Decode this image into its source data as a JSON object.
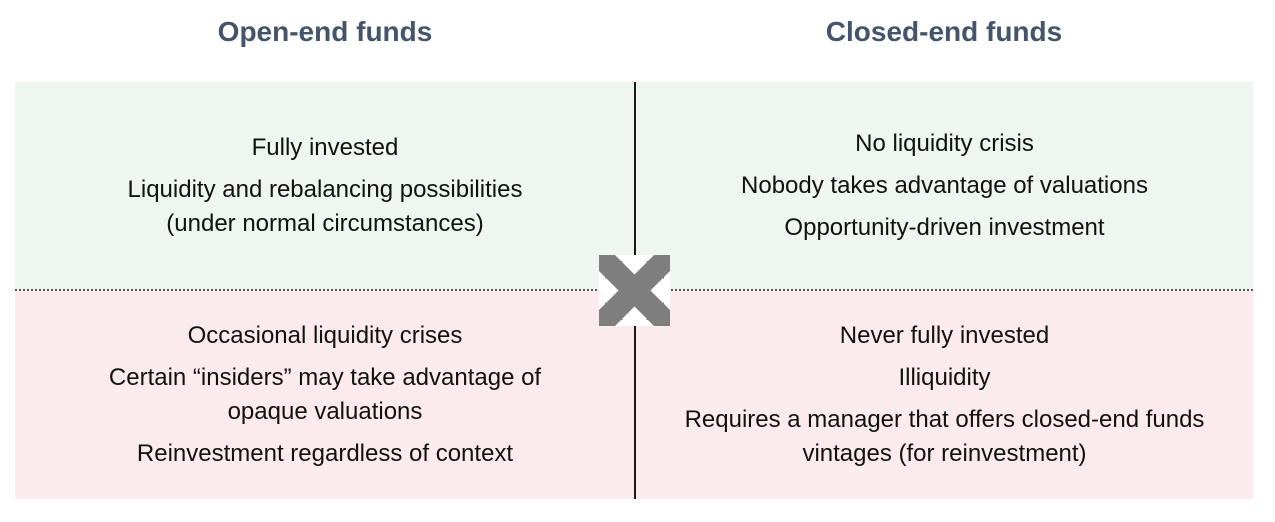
{
  "headers": {
    "left": "Open-end funds",
    "right": "Closed-end funds"
  },
  "cells": {
    "top_left": [
      "Fully invested",
      "Liquidity and rebalancing possibilities (under normal circumstances)"
    ],
    "top_right": [
      "No liquidity crisis",
      "Nobody takes advantage of valuations",
      "Opportunity-driven investment"
    ],
    "bottom_left": [
      "Occasional liquidity crises",
      "Certain “insiders” may take advantage of opaque valuations",
      "Reinvestment regardless of context"
    ],
    "bottom_right": [
      "Never fully invested",
      "Illiquidity",
      "Requires a manager that offers closed-end funds vintages (for reinvestment)"
    ]
  },
  "colors": {
    "header_text": "#44546a",
    "top_band": "#eff5f1",
    "bottom_band": "#fcebee",
    "arrow_icon": "#7f7f7f"
  },
  "icon": "expand-arrows-icon"
}
